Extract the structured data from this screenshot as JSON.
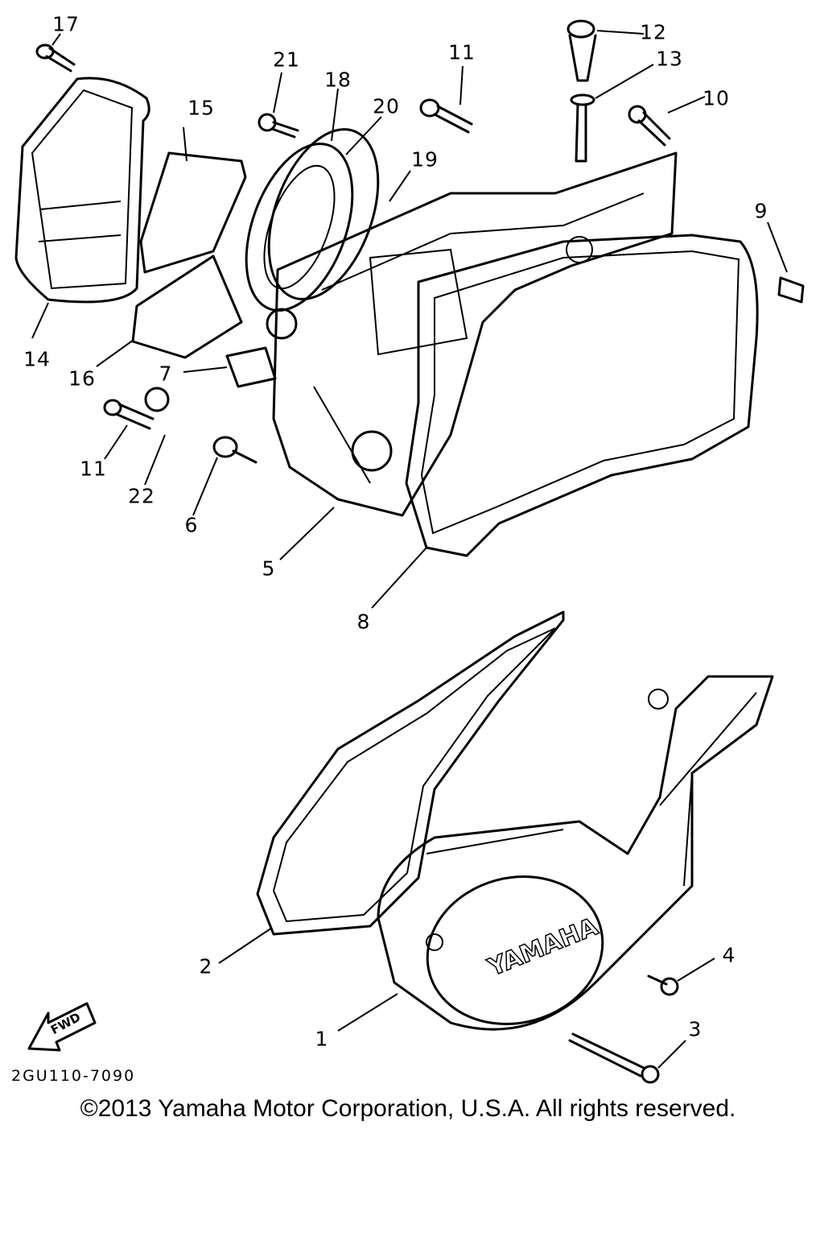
{
  "diagram": {
    "callouts": {
      "c1": "1",
      "c2": "2",
      "c3": "3",
      "c4": "4",
      "c5": "5",
      "c6": "6",
      "c7": "7",
      "c8": "8",
      "c9": "9",
      "c10": "10",
      "c11a": "11",
      "c11b": "11",
      "c12": "12",
      "c13": "13",
      "c14": "14",
      "c15": "15",
      "c16": "16",
      "c17": "17",
      "c18": "18",
      "c19": "19",
      "c20": "20",
      "c21": "21",
      "c22": "22"
    },
    "cover_logo": "YAMAHA",
    "direction_label": "FWD",
    "drawing_code": "2GU110-7090",
    "copyright": "©2013 Yamaha Motor Corporation, U.S.A. All rights reserved."
  }
}
